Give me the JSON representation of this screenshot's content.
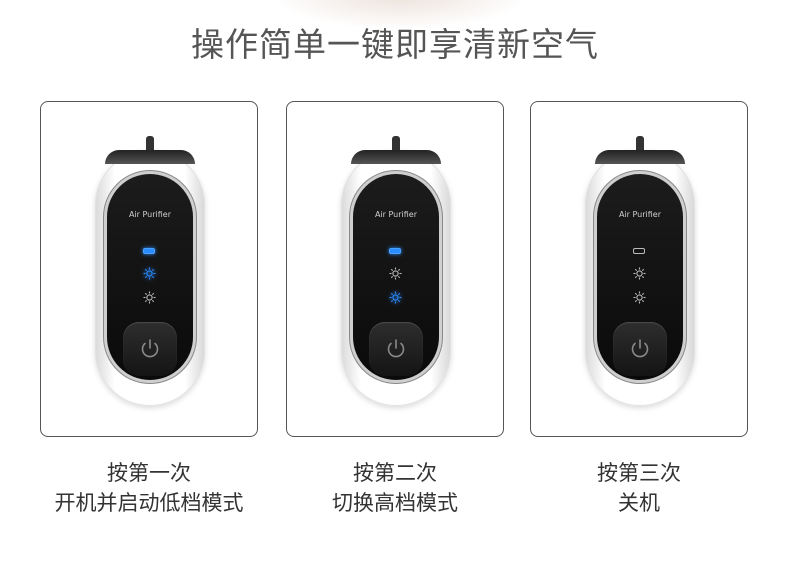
{
  "title": "操作简单一键即享清新空气",
  "device_label": "Air Purifier",
  "colors": {
    "led_on": "#2a8cff",
    "led_off": "#bbbbbb",
    "text": "#333333",
    "title": "#555555"
  },
  "icons": {
    "battery": "battery-indicator-icon",
    "gear": "gear-sun-icon",
    "power": "power-icon"
  },
  "panels": [
    {
      "caption_line1": "按第一次",
      "caption_line2": "开机并启动低档模式",
      "battery_led_on": true,
      "low_led_on": true,
      "high_led_on": false
    },
    {
      "caption_line1": "按第二次",
      "caption_line2": "切换高档模式",
      "battery_led_on": true,
      "low_led_on": false,
      "high_led_on": true
    },
    {
      "caption_line1": "按第三次",
      "caption_line2": "关机",
      "battery_led_on": false,
      "low_led_on": false,
      "high_led_on": false
    }
  ]
}
